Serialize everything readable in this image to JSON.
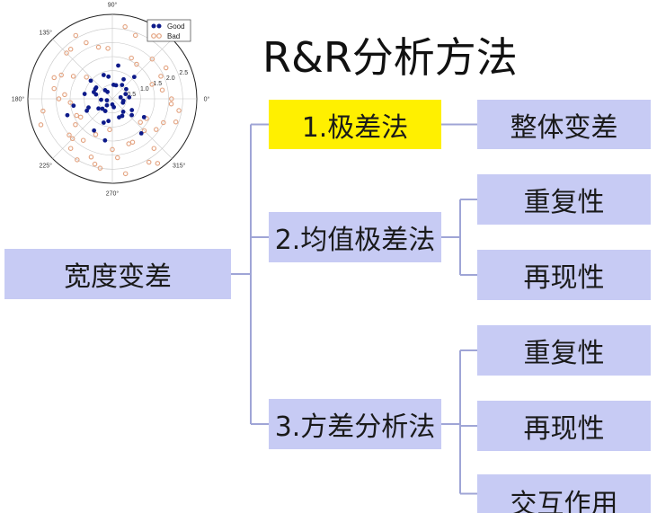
{
  "title": "R&R分析方法",
  "tree": {
    "root": "宽度变差",
    "methods": [
      {
        "label": "1.极差法",
        "highlight": true,
        "children": [
          "整体变差"
        ]
      },
      {
        "label": "2.均值极差法",
        "highlight": false,
        "children": [
          "重复性",
          "再现性"
        ]
      },
      {
        "label": "3.方差分析法",
        "highlight": false,
        "children": [
          "重复性",
          "再现性",
          "交互作用"
        ]
      }
    ]
  },
  "colors": {
    "box": "#c7cbf4",
    "highlight": "#fff000",
    "line": "#9fa5d6",
    "good": "#0d1a8a",
    "bad": "#e3a27f"
  },
  "chart_data": {
    "type": "scatter",
    "projection": "polar",
    "angle_ticks": [
      "90°",
      "135°",
      "180°",
      "225°",
      "270°",
      "315°",
      "0°"
    ],
    "radial_ticks": [
      "0.5",
      "1.0",
      "1.5",
      "2.0",
      "2.5"
    ],
    "rlim": [
      0,
      3
    ],
    "grid": true,
    "legend_position": "top-right",
    "series": [
      {
        "name": "Good",
        "marker": "filled-circle",
        "r": [
          0.3,
          0.6,
          0.8,
          0.5,
          0.9,
          0.4,
          0.7,
          1.0,
          0.2,
          0.6,
          0.5,
          0.8,
          0.3,
          0.7,
          0.9,
          0.4,
          0.6,
          1.1,
          0.5,
          0.8,
          0.3,
          0.7,
          0.6,
          0.4,
          1.0,
          0.5,
          0.9,
          0.2,
          0.7,
          0.6,
          0.8,
          0.4,
          0.5,
          1.0,
          0.3,
          0.6,
          0.7,
          0.9,
          1.2,
          1.4,
          1.3,
          1.5,
          1.6,
          1.7,
          1.3
        ],
        "theta_deg": [
          10,
          35,
          60,
          85,
          110,
          130,
          150,
          170,
          195,
          215,
          240,
          260,
          280,
          300,
          320,
          340,
          5,
          45,
          75,
          100,
          125,
          145,
          165,
          185,
          205,
          225,
          250,
          270,
          290,
          310,
          330,
          350,
          20,
          140,
          230,
          55,
          160,
          200,
          80,
          190,
          240,
          260,
          310,
          200,
          330
        ]
      },
      {
        "name": "Bad",
        "marker": "hollow-circle",
        "r": [
          1.5,
          2.0,
          2.4,
          1.8,
          2.6,
          1.2,
          2.2,
          1.9,
          2.7,
          1.6,
          2.3,
          1.4,
          2.5,
          2.1,
          1.7,
          2.8,
          1.3,
          2.0,
          2.4,
          1.8,
          2.2,
          1.5,
          2.6,
          1.9,
          2.3,
          1.6,
          2.1,
          2.5,
          1.4,
          2.0,
          1.8,
          2.2,
          1.1,
          2.7,
          1.7,
          2.3,
          1.9,
          2.4,
          2.1,
          1.6,
          2.2,
          2.0,
          1.5,
          1.3,
          2.5,
          1.8,
          2.6,
          1.4,
          2.1,
          1.9,
          2.3,
          1.7,
          2.0,
          2.4,
          1.6
        ],
        "theta_deg": [
          20,
          45,
          70,
          95,
          120,
          140,
          160,
          180,
          200,
          215,
          230,
          245,
          260,
          275,
          290,
          305,
          320,
          335,
          350,
          10,
          30,
          55,
          80,
          105,
          130,
          150,
          170,
          190,
          205,
          220,
          235,
          250,
          265,
          280,
          295,
          310,
          325,
          340,
          355,
          65,
          115,
          155,
          185,
          210,
          240,
          270,
          300,
          330,
          0,
          25,
          135,
          175,
          225,
          255,
          315
        ]
      }
    ]
  }
}
